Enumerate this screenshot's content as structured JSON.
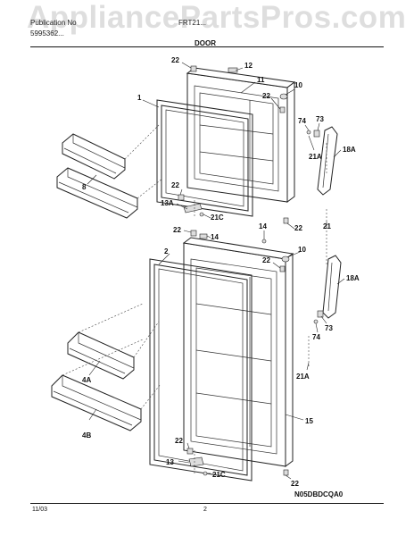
{
  "watermark": "AppliancePartsPros.com",
  "header": {
    "left_line1": "Publication No",
    "left_line2": "5995362...",
    "mid_line1": "FRT21...",
    "section_title": "DOOR"
  },
  "footer": {
    "date": "11/03",
    "page": "2",
    "drawing_code": "N05DBDCQA0"
  },
  "callouts": {
    "c22_top": "22",
    "c12": "12",
    "c11": "11",
    "c10_top": "10",
    "c1": "1",
    "c22_b": "22",
    "c74_top": "74",
    "c73_top": "73",
    "c18a_top": "18A",
    "c21a_top": "21A",
    "c8": "8",
    "c22_c": "22",
    "c13a": "13A",
    "c21c_top": "21C",
    "c22_d": "22",
    "c21": "21",
    "c22_e": "22",
    "c14_mid": "14",
    "c14": "14",
    "c2": "2",
    "c10_mid": "10",
    "c22_f": "22",
    "c18a_mid": "18A",
    "c74_mid": "74",
    "c73_mid": "73",
    "c4a": "4A",
    "c21a_mid": "21A",
    "c15": "15",
    "c4b": "4B",
    "c22_g": "22",
    "c13": "13",
    "c21c_bot": "21C",
    "c22_h": "22"
  }
}
